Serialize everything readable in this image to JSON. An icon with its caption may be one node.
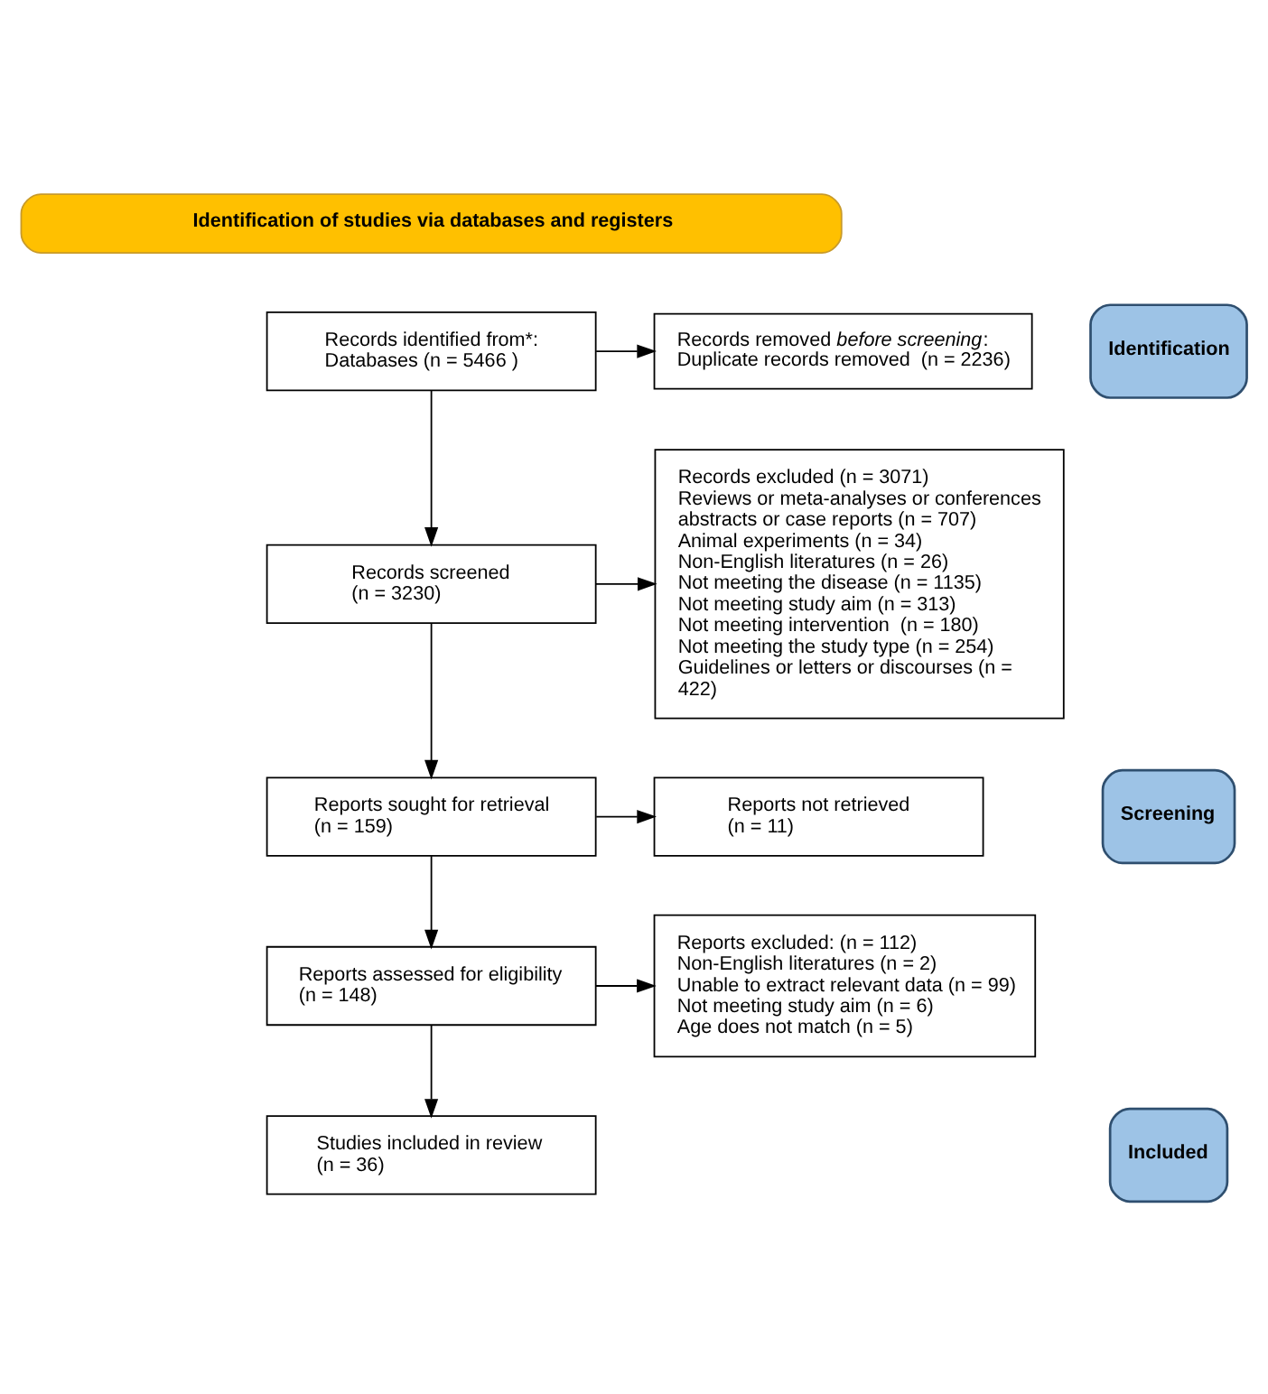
{
  "diagram": {
    "nodes": [
      {
        "text": [
          "Identification of studies via databases and registers"
        ]
      },
      {
        "text": [
          "Identification"
        ]
      },
      {
        "text": [
          "Records identified from*:",
          "Databases (n = 5466 )"
        ]
      },
      {
        "text": [
          "Records removed *before screening*:",
          "Duplicate records removed  (n = 2236)"
        ]
      },
      {
        "text": [
          "Screening"
        ]
      },
      {
        "text": [
          "Records screened",
          "(n = 3230)"
        ]
      },
      {
        "text": [
          "Records excluded (n = 3071)",
          "Reviews or meta-analyses or conferences abstracts or case reports (n = 707)",
          "Animal experiments (n = 34)",
          "Non-English literatures (n = 26)",
          "Not meeting the disease (n = 1135)",
          "Not meeting study aim (n = 313)",
          "Not meeting intervention  (n = 180)",
          "Not meeting the study type (n = 254)",
          "Guidelines or letters or discourses (n = 422)"
        ]
      },
      {
        "text": [
          "Reports sought for retrieval",
          "(n = 159)"
        ]
      },
      {
        "text": [
          "Reports not retrieved",
          "(n = 11)"
        ]
      },
      {
        "text": [
          "Reports assessed for eligibility",
          "(n = 148)"
        ]
      },
      {
        "text": [
          "Reports excluded: (n = 112)",
          "Non-English literatures (n = 2)",
          "Unable to extract relevant data (n = 99)",
          "Not meeting study aim (n = 6)",
          "Age does not match (n = 5)"
        ]
      },
      {
        "text": [
          "Included"
        ]
      },
      {
        "text": [
          "Studies included in review",
          "(n = 36)"
        ]
      }
    ],
    "edges": [
      {
        "from": 2,
        "to": 3,
        "arrow": "to"
      },
      {
        "from": 2,
        "to": 5,
        "arrow": "to"
      },
      {
        "from": 5,
        "to": 6,
        "arrow": "to"
      },
      {
        "from": 5,
        "to": 7,
        "arrow": "to"
      },
      {
        "from": 7,
        "to": 8,
        "arrow": "to"
      },
      {
        "from": 7,
        "to": 9,
        "arrow": "to"
      },
      {
        "from": 9,
        "to": 10,
        "arrow": "to"
      },
      {
        "from": 9,
        "to": 12,
        "arrow": "to"
      }
    ]
  }
}
